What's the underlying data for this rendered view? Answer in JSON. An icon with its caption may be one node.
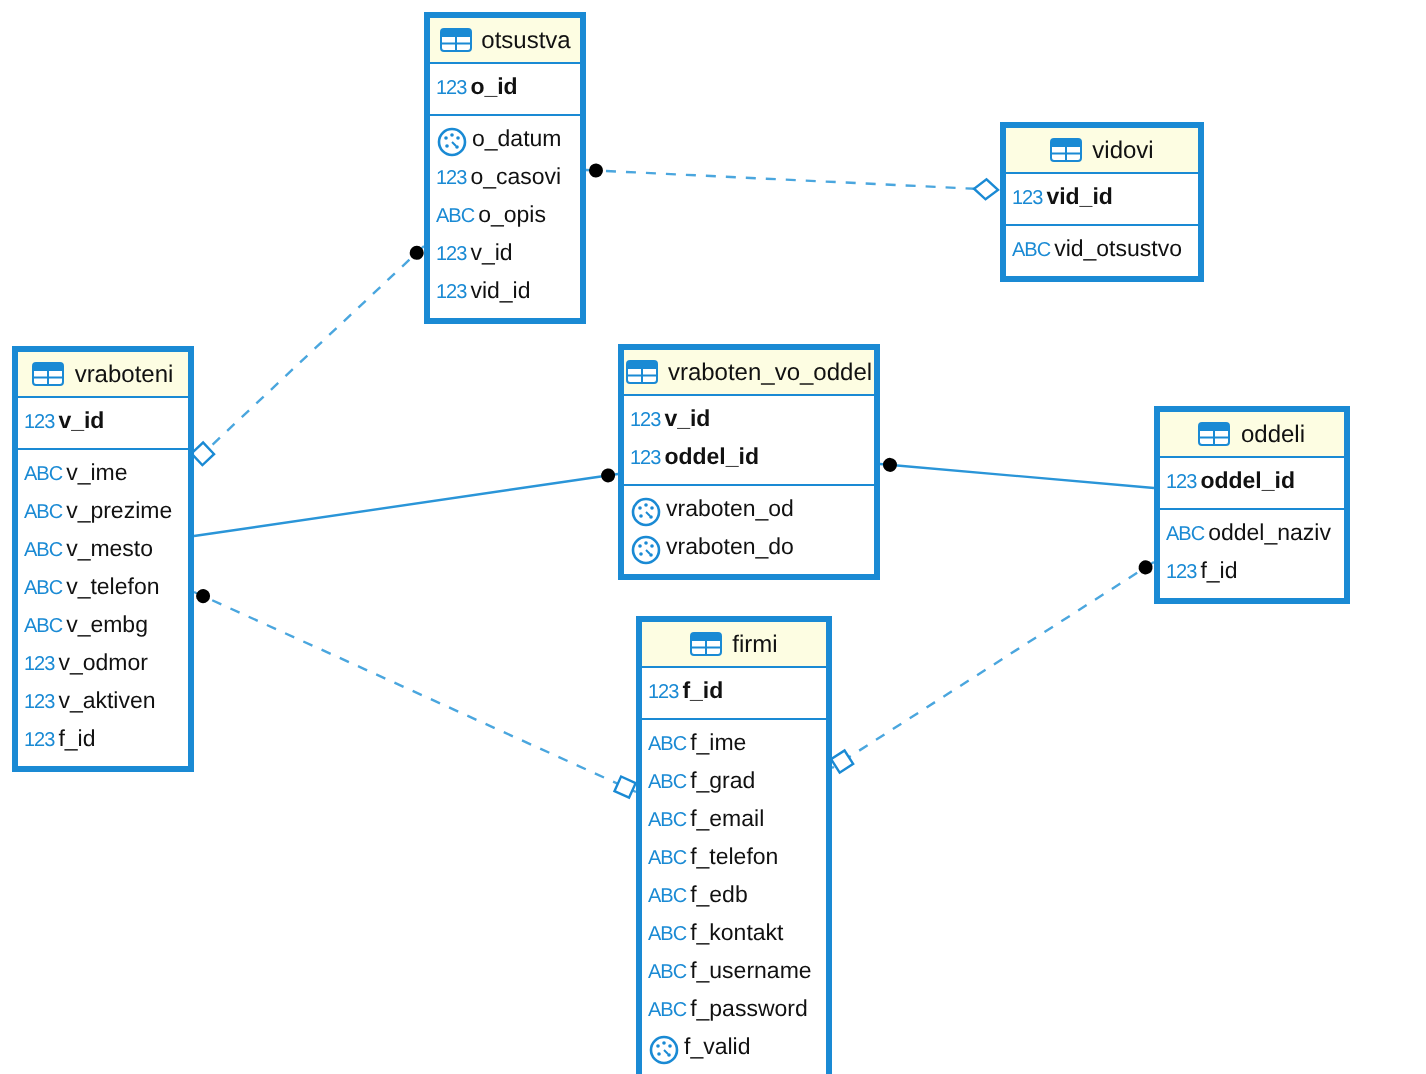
{
  "diagram": {
    "nodes": [
      {
        "text": [
          "otsustva"
        ]
      },
      {
        "text": [],
        "shape": "box",
        "in": 0
      },
      {
        "text": [
          "123",
          "o_id"
        ],
        "in": 1
      },
      {
        "text": [],
        "shape": "box",
        "in": 0
      },
      {
        "text": [
          "o_datum"
        ],
        "in": 3
      },
      {
        "text": [
          "123",
          "o_casovi"
        ],
        "in": 3
      },
      {
        "text": [
          "ABC",
          "o_opis"
        ],
        "in": 3
      },
      {
        "text": [
          "123",
          "v_id"
        ],
        "in": 3
      },
      {
        "text": [
          "123",
          "vid_id"
        ],
        "in": 3
      },
      {
        "text": [
          "vidovi"
        ]
      },
      {
        "text": [],
        "shape": "box",
        "in": 9
      },
      {
        "text": [
          "123",
          "vid_id"
        ],
        "in": 10
      },
      {
        "text": [],
        "shape": "box",
        "in": 9
      },
      {
        "text": [
          "ABC",
          "vid_otsustvo"
        ],
        "in": 12
      },
      {
        "text": [
          "vraboteni"
        ]
      },
      {
        "text": [],
        "shape": "box",
        "in": 14
      },
      {
        "text": [
          "123",
          "v_id"
        ],
        "in": 15
      },
      {
        "text": [],
        "shape": "box",
        "in": 14
      },
      {
        "text": [
          "ABC",
          "v_ime"
        ],
        "in": 17
      },
      {
        "text": [
          "ABC",
          "v_prezime"
        ],
        "in": 17
      },
      {
        "text": [
          "ABC",
          "v_mesto"
        ],
        "in": 17
      },
      {
        "text": [
          "ABC",
          "v_telefon"
        ],
        "in": 17
      },
      {
        "text": [
          "ABC",
          "v_embg"
        ],
        "in": 17
      },
      {
        "text": [
          "123",
          "v_odmor"
        ],
        "in": 17
      },
      {
        "text": [
          "123",
          "v_aktiven"
        ],
        "in": 17
      },
      {
        "text": [
          "123",
          "f_id"
        ],
        "in": 17
      },
      {
        "text": [
          "vraboten_vo_oddel"
        ]
      },
      {
        "text": [],
        "shape": "box",
        "in": 26
      },
      {
        "text": [
          "123",
          "v_id"
        ],
        "in": 27
      },
      {
        "text": [
          "123",
          "oddel_id"
        ],
        "in": 27
      },
      {
        "text": [],
        "shape": "box",
        "in": 26
      },
      {
        "text": [
          "vraboten_od"
        ],
        "in": 30
      },
      {
        "text": [
          "vraboten_do"
        ],
        "in": 30
      },
      {
        "text": [
          "oddeli"
        ]
      },
      {
        "text": [],
        "shape": "box",
        "in": 33
      },
      {
        "text": [
          "123",
          "oddel_id"
        ],
        "in": 34
      },
      {
        "text": [],
        "shape": "box",
        "in": 33
      },
      {
        "text": [
          "ABC",
          "oddel_naziv"
        ],
        "in": 36
      },
      {
        "text": [
          "123",
          "f_id"
        ],
        "in": 36
      },
      {
        "text": [
          "firmi"
        ]
      },
      {
        "text": [],
        "shape": "box",
        "in": 39
      },
      {
        "text": [
          "123",
          "f_id"
        ],
        "in": 40
      },
      {
        "text": [],
        "shape": "box",
        "in": 39
      },
      {
        "text": [
          "ABC",
          "f_ime"
        ],
        "in": 42
      },
      {
        "text": [
          "ABC",
          "f_grad"
        ],
        "in": 42
      },
      {
        "text": [
          "ABC",
          "f_email"
        ],
        "in": 42
      },
      {
        "text": [
          "ABC",
          "f_telefon"
        ],
        "in": 42
      },
      {
        "text": [
          "ABC",
          "f_edb"
        ],
        "in": 42
      },
      {
        "text": [
          "ABC",
          "f_kontakt"
        ],
        "in": 42
      },
      {
        "text": [
          "ABC",
          "f_username"
        ],
        "in": 42
      },
      {
        "text": [
          "ABC",
          "f_password"
        ],
        "in": 42
      },
      {
        "text": [
          "f_valid"
        ],
        "in": 42
      }
    ],
    "edges": [
      {
        "from": 0,
        "to": 14,
        "arrow": "other",
        "style": "dashed"
      },
      {
        "from": 0,
        "to": 9,
        "arrow": "other",
        "style": "dashed"
      },
      {
        "from": 26,
        "to": 14,
        "arrow": "other"
      },
      {
        "from": 26,
        "to": 33,
        "arrow": "other"
      },
      {
        "from": 14,
        "to": 39,
        "arrow": "other",
        "style": "dashed"
      },
      {
        "from": 33,
        "to": 39,
        "arrow": "other",
        "style": "dashed"
      }
    ]
  }
}
